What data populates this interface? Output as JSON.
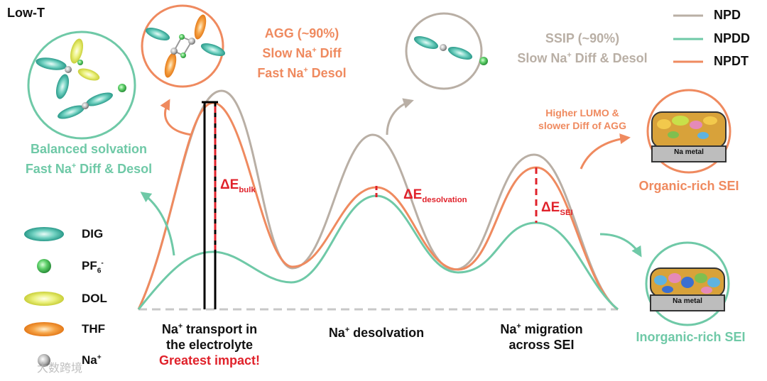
{
  "corner_label": "Low-T",
  "legend": {
    "items": [
      {
        "label": "NPD",
        "color": "#B9AFA5"
      },
      {
        "label": "NPDD",
        "color": "#6FC9A7"
      },
      {
        "label": "NPDT",
        "color": "#EF8A5F"
      }
    ]
  },
  "species_legend": {
    "items": [
      {
        "label": "DIG",
        "icon": "dig-ellipsoid-icon"
      },
      {
        "label": "PF",
        "sub": "6",
        "sup": "-",
        "icon": "pf6-sphere-icon"
      },
      {
        "label": "DOL",
        "icon": "dol-ellipsoid-icon"
      },
      {
        "label": "THF",
        "icon": "thf-ellipsoid-icon"
      },
      {
        "label": "Na",
        "sup": "+",
        "icon": "na-sphere-icon"
      }
    ]
  },
  "npdd_text": {
    "line1": "Balanced solvation",
    "line2": "Fast Na",
    "line2_sup": "+",
    "line2_tail": " Diff & Desol"
  },
  "npdt_text": {
    "line1": "AGG (~90%)",
    "line2": "Slow Na",
    "line2_sup": "+",
    "line2_tail": " Diff",
    "line3": "Fast Na",
    "line3_sup": "+",
    "line3_tail": " Desol"
  },
  "npd_text": {
    "line1": "SSIP (~90%)",
    "line2": "Slow Na",
    "line2_sup": "+",
    "line2_tail": " Diff & Desol"
  },
  "lumo_text": {
    "line1": "Higher LUMO &",
    "line2": "slower Diff of AGG"
  },
  "sei": {
    "organic": "Organic-rich SEI",
    "inorganic": "Inorganic-rich SEI",
    "metal": "Na metal"
  },
  "barriers": {
    "bulk": {
      "main": "ΔE",
      "sub": "bulk"
    },
    "desolvation": {
      "main": "ΔE",
      "sub": "desolvation"
    },
    "sei": {
      "main": "ΔE",
      "sub": "SEI"
    }
  },
  "stages": {
    "transport_l1a": "Na",
    "transport_l1_sup": "+",
    "transport_l1b": " transport in",
    "transport_l2": "the electrolyte",
    "transport_l3": "Greatest impact!",
    "desolvation_a": "Na",
    "desolvation_sup": "+",
    "desolvation_b": " desolvation",
    "migration_l1a": "Na",
    "migration_l1_sup": "+",
    "migration_l1b": " migration",
    "migration_l2": "across SEI"
  },
  "watermark": "大数跨境"
}
